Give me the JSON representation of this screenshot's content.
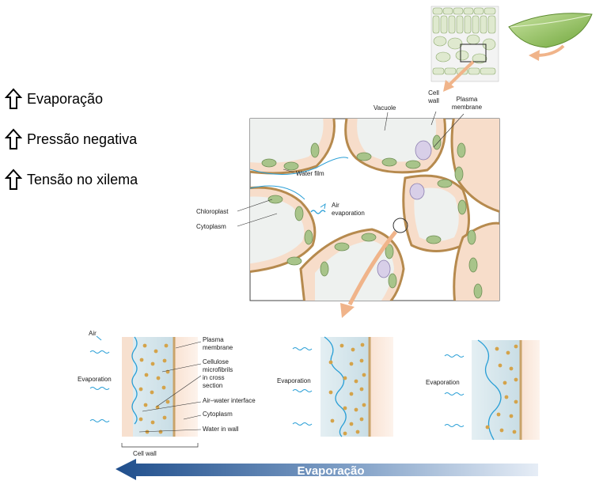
{
  "bullets": [
    {
      "icon": "up-arrow-outline-icon",
      "text": "Evaporação"
    },
    {
      "icon": "up-arrow-outline-icon",
      "text": "Pressão negativa"
    },
    {
      "icon": "up-arrow-outline-icon",
      "text": "Tensão no xilema"
    }
  ],
  "main_labels": {
    "cell_wall_a": "Cell",
    "cell_wall_b": "wall",
    "plasma_membrane_a": "Plasma",
    "plasma_membrane_b": "membrane",
    "vacuole": "Vacuole",
    "water_film": "Water film",
    "chloroplast": "Chloroplast",
    "cytoplasm": "Cytoplasm",
    "air_evap_a": "Air",
    "air_evap_b": "evaporation"
  },
  "detail_labels": {
    "air": "Air",
    "evaporation": "Evaporation",
    "plasma_membrane_a": "Plasma",
    "plasma_membrane_b": "membrane",
    "cellulose_a": "Cellulose",
    "cellulose_b": "microfibrils",
    "cellulose_c": "in cross",
    "cellulose_d": "section",
    "air_water_interface": "Air–water interface",
    "cytoplasm": "Cytoplasm",
    "water_in_wall": "Water in wall",
    "cell_wall": "Cell wall"
  },
  "panel_labels": {
    "evaporation_2": "Evaporation",
    "evaporation_3": "Evaporation"
  },
  "banner": {
    "text": "Evaporação"
  },
  "colors": {
    "arrow_gradient_dark": "#1f4e8c",
    "arrow_gradient_light": "#e6edf6",
    "cell_wall": "#c9a36a",
    "cytoplasm": "#f7d9c4",
    "chloroplast": "#a8c48a",
    "water": "#2a9fd6",
    "microfibril": "#d4a34a"
  }
}
